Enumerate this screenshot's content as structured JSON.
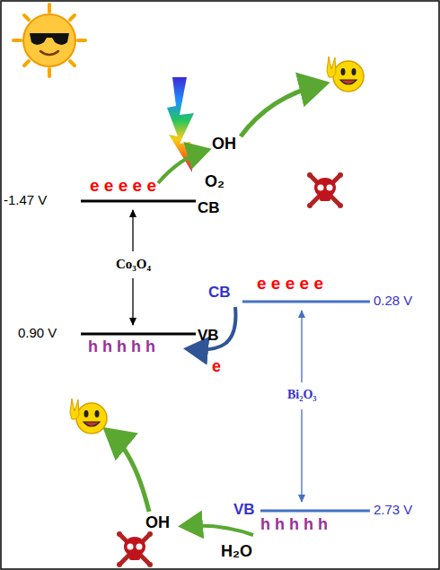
{
  "diagram": {
    "labels": [
      "-1.47 V",
      "e e e e e",
      "CB",
      "OH",
      "O₂",
      "Co₃O₄",
      "0.90 V",
      "VB",
      "h h h h h",
      "e",
      "CB",
      "e e e e e",
      "0.28 V",
      "Bi₂O₃",
      "VB",
      "h h h h h",
      "2.73 V",
      "OH",
      "H₂O"
    ]
  }
}
